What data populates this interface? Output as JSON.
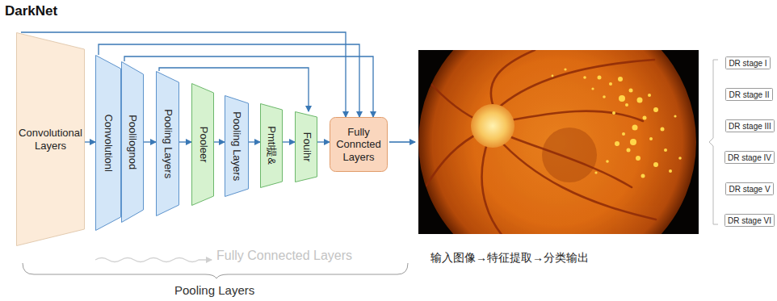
{
  "diagram": {
    "title": "DarkNet",
    "nodes": [
      {
        "text": [
          "Convolutional Layers"
        ]
      },
      {
        "text": [
          "Convolutionl"
        ]
      },
      {
        "text": [
          "Poolilognod"
        ]
      },
      {
        "text": [
          "Pooling Layers"
        ]
      },
      {
        "text": [
          "Pooleer"
        ]
      },
      {
        "text": [
          "Pooling Layers"
        ]
      },
      {
        "text": [
          "Pmtl提&"
        ]
      },
      {
        "text": [
          "Fouihr"
        ]
      },
      {
        "text": [
          "Fully Conncted Layers"
        ]
      },
      {
        "text": [
          "DR stage I"
        ]
      },
      {
        "text": [
          "DR stage II"
        ]
      },
      {
        "text": [
          "DR stage III"
        ]
      },
      {
        "text": [
          "DR stage IV"
        ]
      },
      {
        "text": [
          "DR stage V"
        ]
      },
      {
        "text": [
          "DR stage VI"
        ]
      }
    ],
    "edges": [
      {
        "from": 0,
        "to": 1,
        "arrow": "to"
      },
      {
        "from": 2,
        "to": 3,
        "arrow": "to"
      },
      {
        "from": 3,
        "to": 4,
        "arrow": "to"
      },
      {
        "from": 4,
        "to": 5,
        "arrow": "to"
      },
      {
        "from": 5,
        "to": 6,
        "arrow": "to"
      },
      {
        "from": 6,
        "to": 7,
        "arrow": "to"
      },
      {
        "from": 7,
        "to": 8,
        "arrow": "to"
      },
      {
        "from": 0,
        "to": 8,
        "arrow": "to"
      },
      {
        "from": 1,
        "to": 8,
        "arrow": "to"
      },
      {
        "from": 2,
        "to": 8,
        "arrow": "to"
      },
      {
        "from": 3,
        "to": 7,
        "arrow": "to"
      }
    ],
    "labels": [
      "Fully Connected Layers",
      "Pooling Layers",
      "输入图像→特征提取→分类输出"
    ]
  }
}
